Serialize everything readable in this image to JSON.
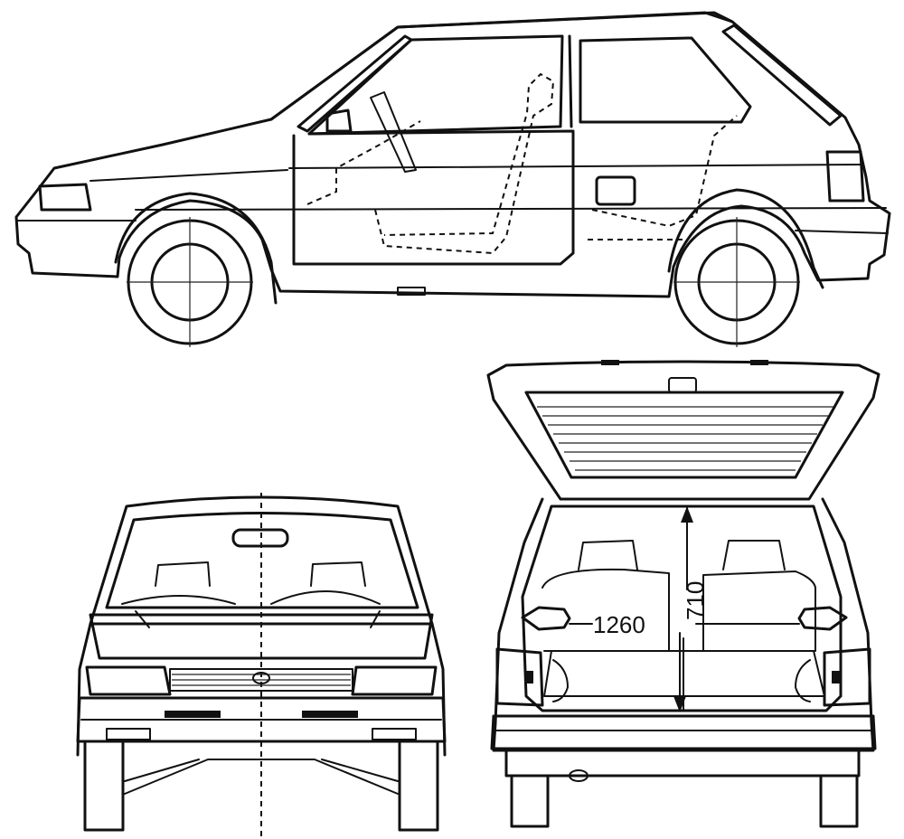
{
  "diagram": {
    "views": [
      "side",
      "front",
      "rear"
    ],
    "dimensions": {
      "cargo_width": "1260",
      "cargo_height": "710"
    },
    "colors": {
      "line": "#111111",
      "background": "#ffffff"
    }
  }
}
